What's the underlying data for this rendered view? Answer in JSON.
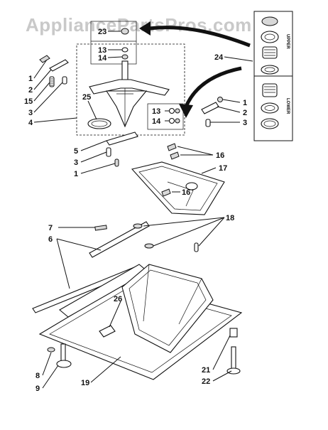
{
  "watermark": "AppliancePartsPros.com",
  "inset": {
    "upper": "UPPER",
    "lower": "LOWER"
  },
  "callouts": {
    "c23": "23",
    "c13a": "13",
    "c14a": "14",
    "c1a": "1",
    "c2a": "2",
    "c15": "15",
    "c3a": "3",
    "c4": "4",
    "c25": "25",
    "c24": "24",
    "c1b": "1",
    "c2b": "2",
    "c3b": "3",
    "c13b": "13",
    "c14b": "14",
    "c5": "5",
    "c3c": "3",
    "c1c": "1",
    "c16a": "16",
    "c17": "17",
    "c16b": "16",
    "c7": "7",
    "c6": "6",
    "c18": "18",
    "c26": "26",
    "c8": "8",
    "c9": "9",
    "c19": "19",
    "c21": "21",
    "c22": "22"
  }
}
